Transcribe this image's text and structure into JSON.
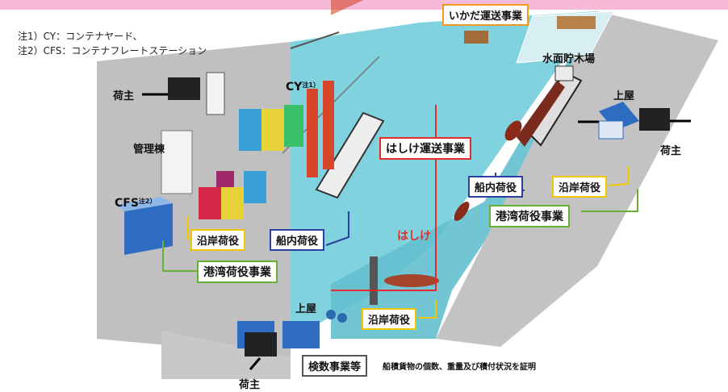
{
  "notes": {
    "note1": "注1）CY：コンテナヤード、",
    "note2": "注2）CFS：コンテナフレートステーション"
  },
  "labels": {
    "shipper": "荷主",
    "admin_building": "管理棟",
    "cy": "CY",
    "cy_note": "注1）",
    "cfs": "CFS",
    "cfs_note": "注2）",
    "warehouse": "上屋",
    "timber_pond": "水面貯木場",
    "hashike": "はしけ"
  },
  "boxes": {
    "ikada": "いかだ運送事業",
    "hashike_transport": "はしけ運送事業",
    "shipboard_right": "船内荷役",
    "coastal_right": "沿岸荷役",
    "port_cargo_right": "港湾荷役事業",
    "coastal_left": "沿岸荷役",
    "shipboard_left": "船内荷役",
    "port_cargo_left": "港湾荷役事業",
    "coastal_bottom": "沿岸荷役",
    "tally": "検数事業等"
  },
  "tally_caption": "船積貨物の個数、重量及び積付状況を証明",
  "colors": {
    "top_bar": "#f6b9d8",
    "quay": "#bfbfbf",
    "water": "#7fd3df",
    "yellow": "#f1c500",
    "blue": "#2a3fa0",
    "green": "#66b034",
    "red": "#e42a2a",
    "orange": "#f39a1e"
  }
}
